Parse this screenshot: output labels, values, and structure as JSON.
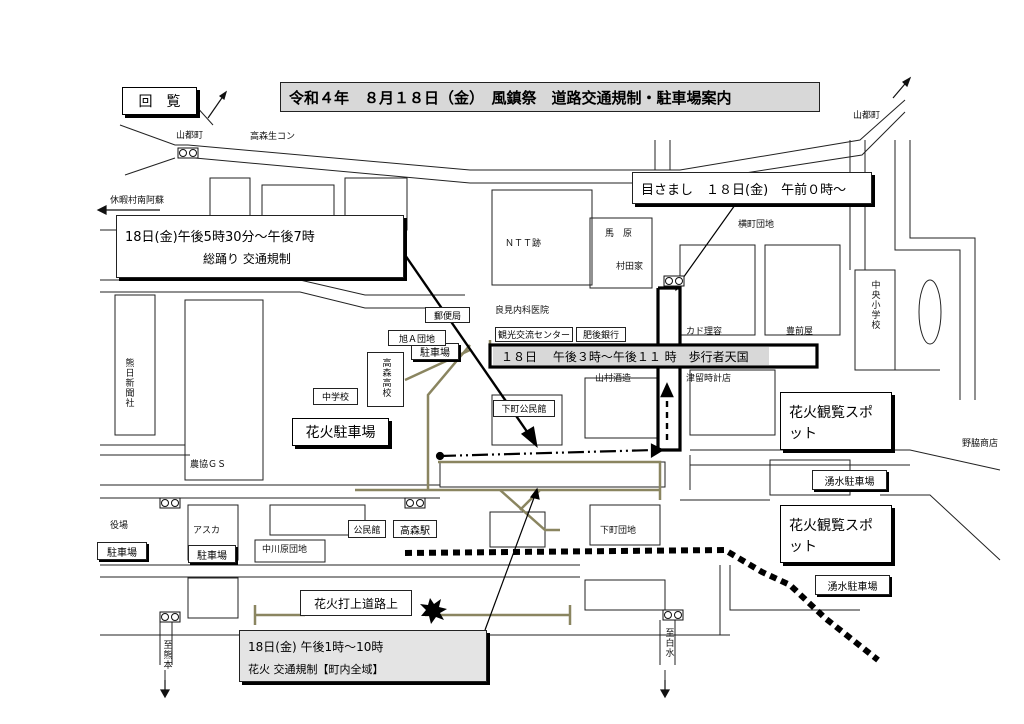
{
  "header": {
    "circulate_label": "回　覧",
    "title": "令和４年　８月１８日（金）　風鎮祭　道路交通規制・駐車場案内"
  },
  "notices": {
    "mezamashi": "目さまし　１８日(金)　午前０時～",
    "soodori_line1": "18日(金)午後5時30分～午後7時",
    "soodori_line2": "総踊り 交通規制",
    "hokousha": "１８日　 午後３時～午後１１ 時　歩行者天国",
    "hanabi_line1": "18日(金)  午後1時～10時",
    "hanabi_line2": "花火  交通規制【町内全域】",
    "hanabi_uchiage": "花火打上道路上"
  },
  "parking": {
    "hanabi_parking": "花火駐車場",
    "parking": "駐車場",
    "yusui_parking": "湧水駐車場",
    "viewing_spot": "花火観覧スポット"
  },
  "places": {
    "yamato_cho": "山都町",
    "takamori_seicon": "高森生コン",
    "kyuka_mura": "休暇村南阿蘇",
    "ntt": "ＮＴＴ跡",
    "baba": "馬　原",
    "murata": "村田家",
    "yokomachi": "横町団地",
    "yubinkyoku": "郵便局",
    "asahi_danchi": "旭Ａ団地",
    "yoshimi": "良見内科医院",
    "kanko_center": "観光交流センター",
    "higo_bank": "肥後銀行",
    "kado": "カド理容",
    "toyomaeya": "豊前屋",
    "yamamura": "山村酒造",
    "tsuru": "津留時計店",
    "chugakko": "中学校",
    "takamori_koko": "高森高校",
    "shimocho_kominkan": "下町公民館",
    "kumanichi": "熊日新聞社",
    "nokyo": "農協ＧＳ",
    "yakuba": "役場",
    "asuka": "アスカ",
    "kominkan": "公民館",
    "takamori_eki": "高森駅",
    "shimocho_danchi": "下町団地",
    "nakagawara": "中川原団地",
    "chuo_shogakko": "中央小学校",
    "nowaki": "野脇商店",
    "to_kumamoto": "至熊本",
    "to_shirami": "至白水"
  }
}
